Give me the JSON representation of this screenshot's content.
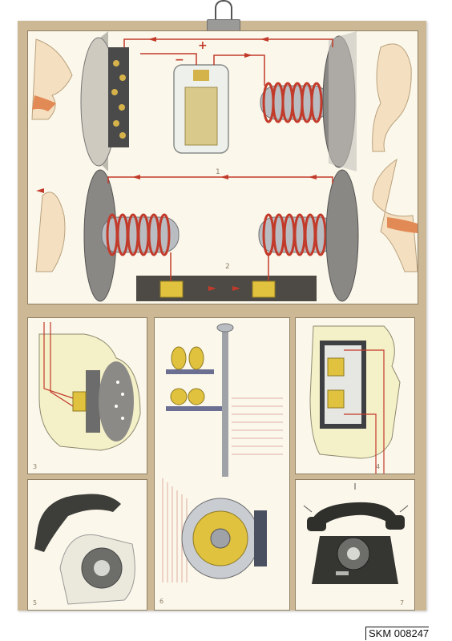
{
  "poster": {
    "panel_numbers": {
      "top_upper": "1",
      "top_lower": "2",
      "left_mid": "3",
      "right_mid": "4",
      "left_bottom": "5",
      "center": "6",
      "right_bottom": "7"
    },
    "labels": {
      "plus": "+",
      "minus": "−"
    }
  },
  "inventory": {
    "number": "SKM 008247"
  },
  "colors": {
    "board": "#cdb896",
    "paper": "#fbf7ea",
    "wire": "#c23a2a",
    "coil_metal": "#b9bcc0"
  }
}
